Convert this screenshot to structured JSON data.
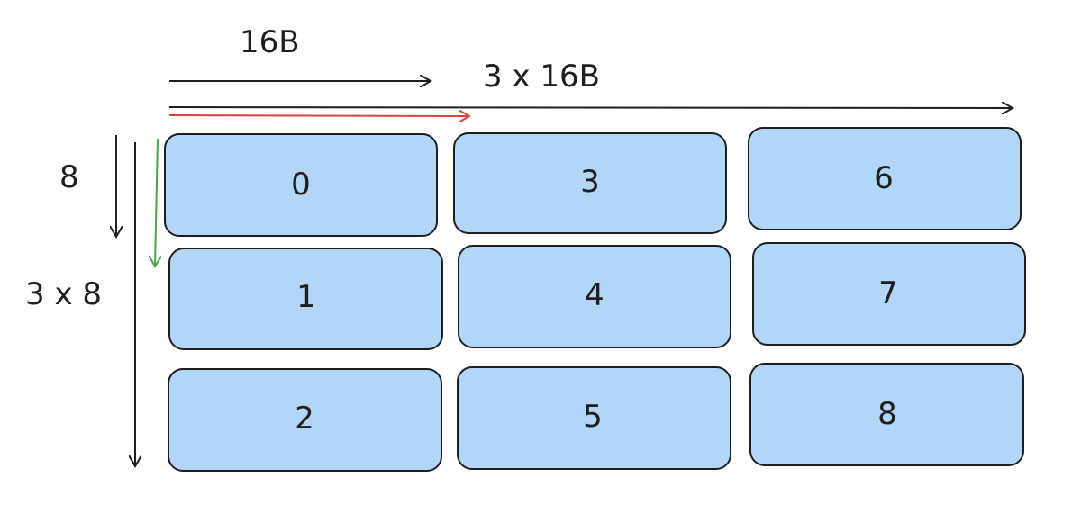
{
  "labels": {
    "chunk_width": "16B",
    "total_width": "3 x 16B",
    "chunk_height": "8",
    "total_height": "3 x 8"
  },
  "cells": [
    "0",
    "1",
    "2",
    "3",
    "4",
    "5",
    "6",
    "7",
    "8"
  ],
  "colors": {
    "cell_fill": "#b2d6f8",
    "outline": "#1e1e1e",
    "red_arrow": "#d9433b",
    "green_arrow": "#4aa64a"
  }
}
